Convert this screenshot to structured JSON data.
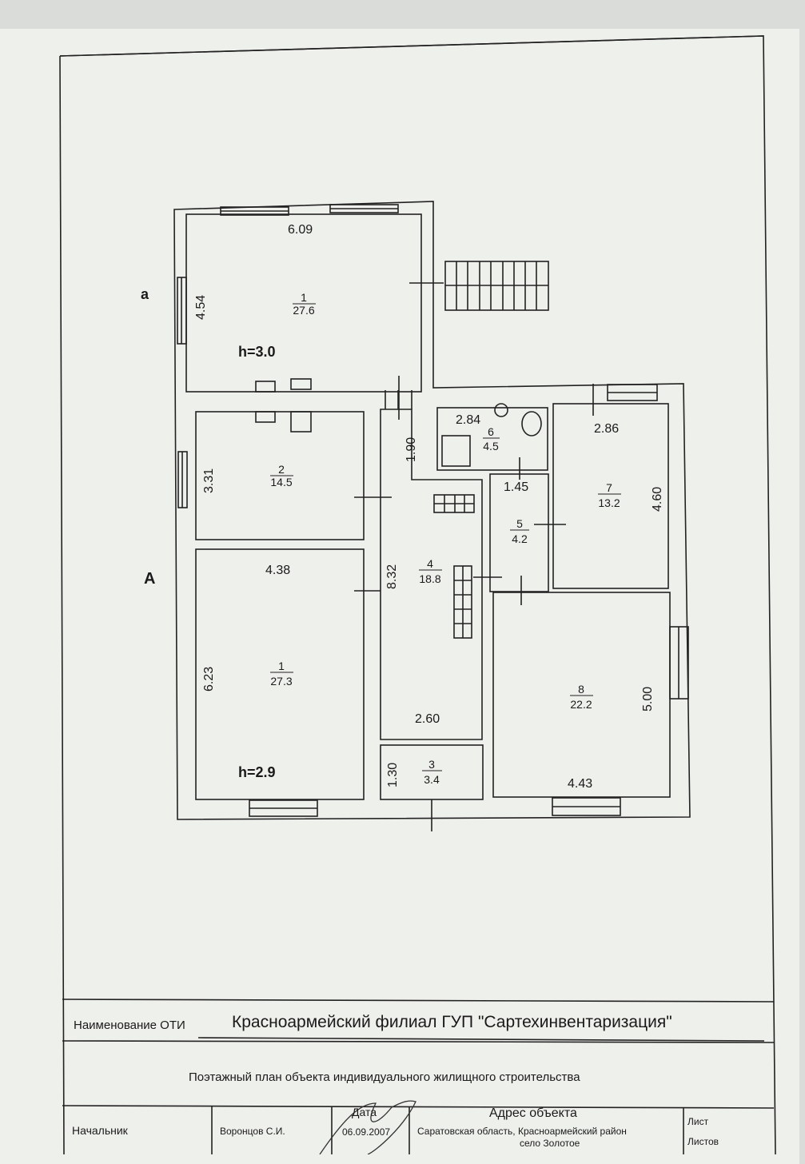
{
  "plan": {
    "axis_labels": [
      "a",
      "A"
    ],
    "rooms": [
      {
        "number": "1",
        "area": "27.6"
      },
      {
        "number": "2",
        "area": "14.5"
      },
      {
        "number": "1",
        "area": "27.3"
      },
      {
        "number": "4",
        "area": "18.8"
      },
      {
        "number": "3",
        "area": "3.4"
      },
      {
        "number": "6",
        "area": "4.5"
      },
      {
        "number": "5",
        "area": "4.2"
      },
      {
        "number": "7",
        "area": "13.2"
      },
      {
        "number": "8",
        "area": "22.2"
      }
    ],
    "dimensions": [
      "6.09",
      "4.54",
      "3.31",
      "4.38",
      "6.23",
      "1.90",
      "8.32",
      "2.60",
      "1.30",
      "2.84",
      "1.45",
      "2.86",
      "4.60",
      "5.00",
      "4.43"
    ],
    "heights": [
      "h=3.0",
      "h=2.9"
    ]
  },
  "title_block": {
    "oti_label": "Наименование ОТИ",
    "oti_value": "Красноармейский филиал ГУП \"Сартехинвентаризация\"",
    "plan_title": "Поэтажный план объекта индивидуального жилищного строительства",
    "position": "Начальник",
    "name": "Воронцов С.И.",
    "date_label": "Дата",
    "date": "06.09.2007",
    "address_label": "Адрес объекта",
    "address_line1": "Саратовская область, Красноармейский район",
    "address_line2": "село Золотое",
    "sheet_label": "Лист",
    "sheets_label": "Листов"
  }
}
